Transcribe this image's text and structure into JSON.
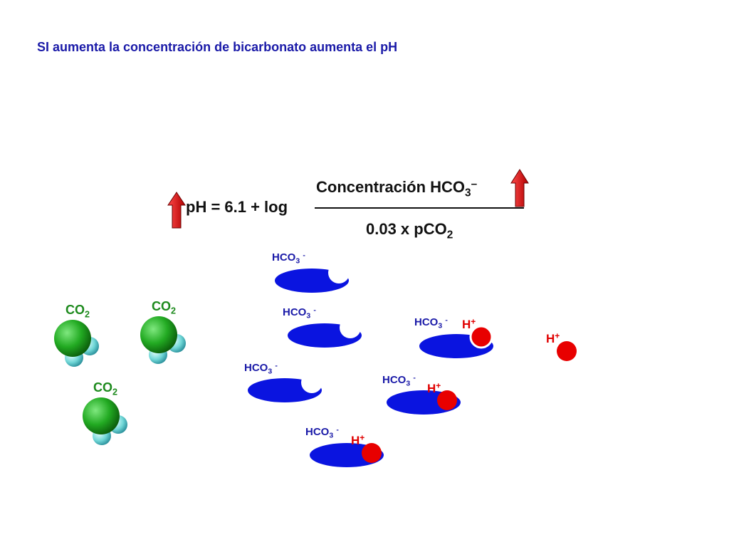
{
  "title": "SI aumenta la concentración de bicarbonato aumenta el pH",
  "equation": {
    "left": "pH = 6.1 + log",
    "numerator": "Concentración HCO",
    "numerator_sub": "3",
    "numerator_sup": "–",
    "denominator": "0.03 x pCO",
    "denominator_sub": "2"
  },
  "labels": {
    "hco3": "HCO",
    "hco3_sub": "3",
    "hco3_sup": "-",
    "co2": "CO",
    "co2_sub": "2",
    "h": "H",
    "h_sup": "+"
  },
  "colors": {
    "title": "#1a1aa8",
    "bicarbonate": "#0a14e0",
    "proton": "#e80000",
    "co2_carbon": "#22aa22",
    "co2_oxygen": "#6fd6d6",
    "arrow": "#e00000"
  },
  "icons": [
    "up-arrow-icon",
    "bicarbonate-ion-icon",
    "proton-icon",
    "co2-molecule-icon"
  ]
}
